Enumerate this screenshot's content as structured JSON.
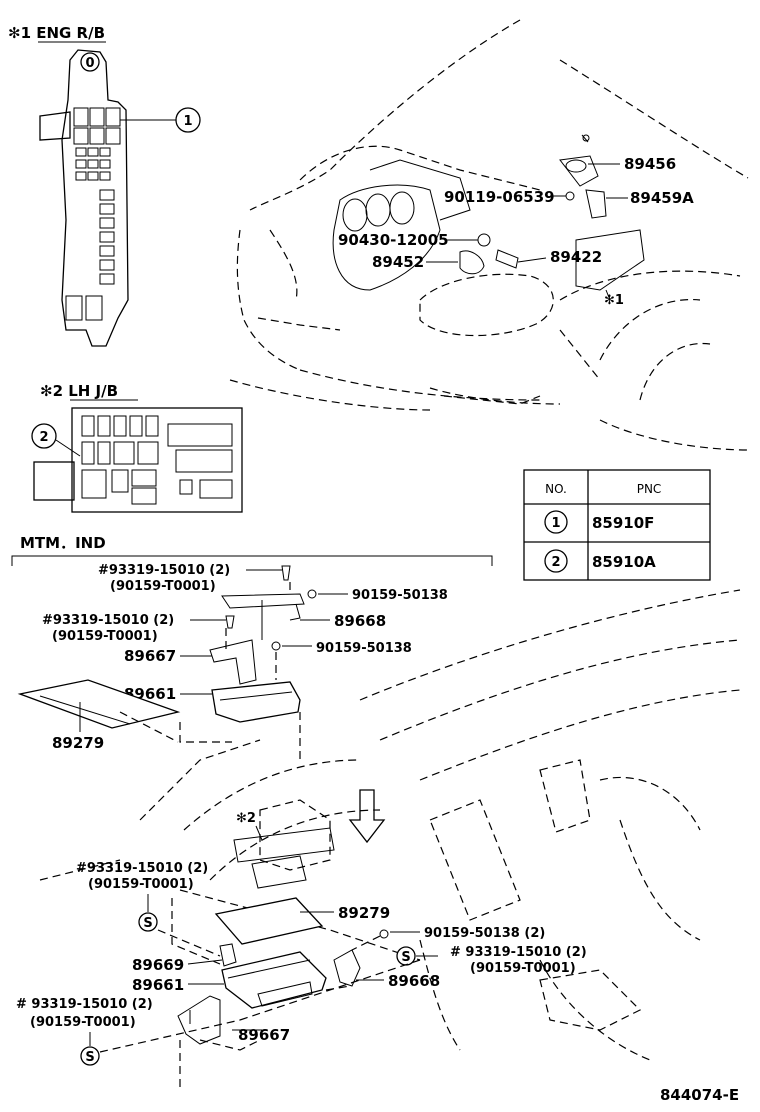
{
  "header": {
    "eng_rb": "✻1 ENG R/B",
    "lh_jb": "✻2 LH J/B",
    "section_title": "MTM．IND",
    "diagram_code": "844074-E"
  },
  "callouts": {
    "c0": "0",
    "c1": "1",
    "c2": "2",
    "mark1": "✻1",
    "mark2": "✻2",
    "s_symbol": "S"
  },
  "engine_labels": {
    "p89456": "89456",
    "p89459a": "89459A",
    "p90119": "90119-06539",
    "p90430": "90430-12005",
    "p89452": "89452",
    "p89422": "89422"
  },
  "mtm_labels": {
    "bolt1_a": "#93319-15010 (2)",
    "bolt1_b": "(90159-T0001)",
    "p90159_1": "90159-50138",
    "p89668": "89668",
    "bolt2_a": "#93319-15010 (2)",
    "bolt2_b": "(90159-T0001)",
    "p89667": "89667",
    "p90159_2": "90159-50138",
    "p89661": "89661",
    "p89279": "89279"
  },
  "lower_labels": {
    "bolt3_a": "#93319-15010 (2)",
    "bolt3_b": "(90159-T0001)",
    "p89279": "89279",
    "p90159": "90159-50138 (2)",
    "bolt4_a": "# 93319-15010 (2)",
    "bolt4_b": "(90159-T0001)",
    "p89669": "89669",
    "p89661": "89661",
    "p89668": "89668",
    "bolt5_a": "# 93319-15010 (2)",
    "bolt5_b": "(90159-T0001)",
    "p89667": "89667"
  },
  "table": {
    "headers": [
      "NO.",
      "PNC"
    ],
    "rows": [
      {
        "no": "1",
        "pnc": "85910F"
      },
      {
        "no": "2",
        "pnc": "85910A"
      }
    ]
  }
}
